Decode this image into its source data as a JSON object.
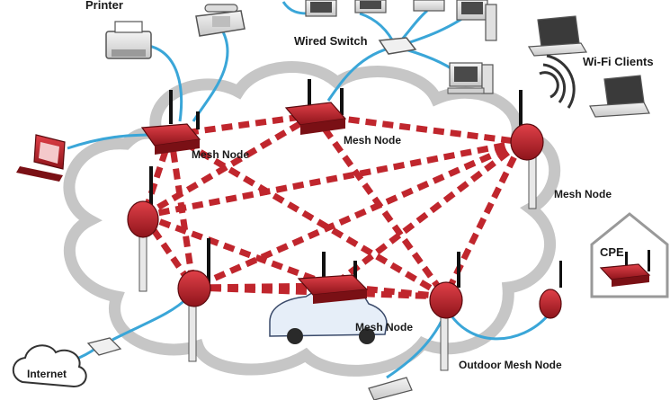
{
  "labels": {
    "printer": "Printer",
    "wired_switch": "Wired Switch",
    "wifi_clients": "Wi-Fi Clients",
    "mesh_node_top_left": "Mesh Node",
    "mesh_node_top_center": "Mesh Node",
    "mesh_node_right": "Mesh Node",
    "mesh_node_center": "Mesh Node",
    "cpe": "CPE",
    "outdoor_mesh_node": "Outdoor Mesh Node",
    "internet": "Internet"
  },
  "colors": {
    "mesh_link": "#c0262d",
    "device_red": "#b8232b",
    "device_red_light": "#e04048",
    "cable_blue": "#3aa6d8",
    "cloud_outline": "#c6c6c6",
    "outline": "#222222"
  },
  "icons": [
    "printer-icon",
    "telephone-icon",
    "desktop-computer-icon",
    "laptop-icon",
    "wired-switch-icon",
    "router-icon",
    "outdoor-antenna-icon",
    "car-icon",
    "house-icon",
    "camera-icon",
    "cloud-icon",
    "modem-icon"
  ]
}
